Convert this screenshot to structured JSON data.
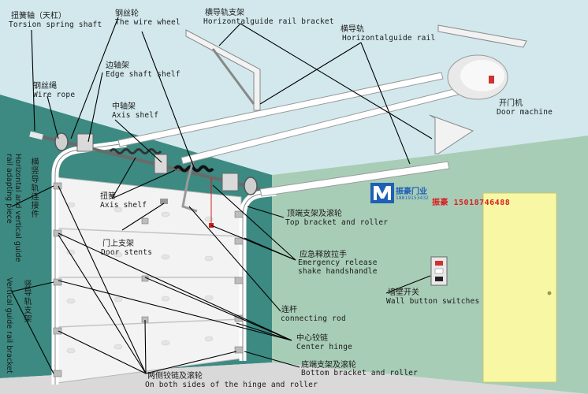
{
  "labels": {
    "torsion_shaft": {
      "zh": "扭簧轴（天杠）",
      "en": "Torsion spring shaft"
    },
    "wire_wheel": {
      "zh": "钢丝轮",
      "en": "The wire wheel"
    },
    "h_bracket": {
      "zh": "横导轨支架",
      "en": "Horizontalguide rail bracket"
    },
    "h_rail": {
      "zh": "横导轨",
      "en": "Horizontalguide rail"
    },
    "wire_rope": {
      "zh": "钢丝绳",
      "en": "Wire rope"
    },
    "edge_shelf": {
      "zh": "边轴架",
      "en": "Edge shaft shelf"
    },
    "axis_shelf_mid": {
      "zh": "中轴架",
      "en": "Axis shelf"
    },
    "door_machine": {
      "zh": "开门机",
      "en": "Door machine"
    },
    "torsion_spring": {
      "zh": "扭簧",
      "en": "Axis shelf"
    },
    "top_bracket": {
      "zh": "顶端支架及滚轮",
      "en": "Top bracket and roller"
    },
    "door_stents": {
      "zh": "门上支架",
      "en": "Door stents"
    },
    "emergency": {
      "zh": "应急释放拉手",
      "en": "Emergency release shake handshandle"
    },
    "wall_switch": {
      "zh": "墙壁开关",
      "en": "Wall button switches"
    },
    "connecting_rod": {
      "zh": "连杆",
      "en": "connecting rod"
    },
    "center_hinge": {
      "zh": "中心铰链",
      "en": "Center hinge"
    },
    "bottom_bracket": {
      "zh": "底端支架及滚轮",
      "en": "Bottom bracket and roller"
    },
    "both_sides": {
      "zh": "两侧铰链及滚轮",
      "en": "On both sides of the hinge and roller"
    },
    "h_v_adapt": {
      "zh": "横竖导轨连接件",
      "en": "Horizontal and vertical guide rail adapting piece"
    },
    "v_bracket": {
      "zh": "竖导轨支架",
      "en": "Vertical guide rail bracket"
    }
  },
  "brand": {
    "name": "振豪门业",
    "small_phone": "18819153432",
    "contact": "振豪 15018746488"
  },
  "colors": {
    "wall": "#3d8a83",
    "wall_right": "#a9ceb8",
    "ceiling": "#cfe5ea",
    "floor": "#dadada",
    "door_panel": "#f2f2f2",
    "rail": "#ffffff",
    "shaft": "#222222",
    "brand_blue": "#1f5fb5",
    "phone_red": "#d92020",
    "side_door": "#f7f7a5"
  }
}
